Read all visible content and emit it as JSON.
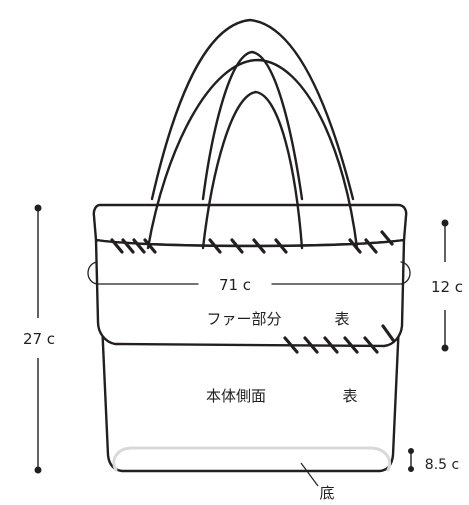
{
  "labels": {
    "circumference": "71 c",
    "fur_height": "12 c",
    "total_height": "27 c",
    "bottom_height": "8.5 c",
    "fur_part": "ファー部分",
    "fur_side": "表",
    "body_side": "本体側面",
    "body_face": "表",
    "bottom": "底"
  },
  "colors": {
    "stroke": "#231f20",
    "background": "#ffffff",
    "bottom_band": "#d9d9d9"
  }
}
